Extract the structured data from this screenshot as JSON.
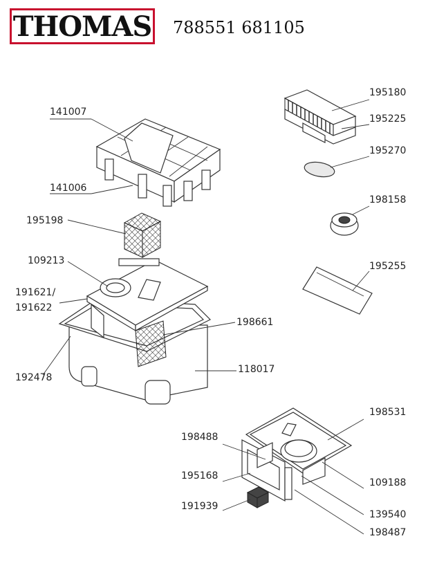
{
  "header": {
    "brand": "THOMAS",
    "model_numbers": "788551 681105"
  },
  "parts": [
    {
      "id": "p141007",
      "number": "141007"
    },
    {
      "id": "p141006",
      "number": "141006"
    },
    {
      "id": "p195198",
      "number": "195198"
    },
    {
      "id": "p109213",
      "number": "109213"
    },
    {
      "id": "p191621",
      "number": "191621/"
    },
    {
      "id": "p191622",
      "number": "191622"
    },
    {
      "id": "p192478",
      "number": "192478"
    },
    {
      "id": "p198661",
      "number": "198661"
    },
    {
      "id": "p118017",
      "number": "118017"
    },
    {
      "id": "p195180",
      "number": "195180"
    },
    {
      "id": "p195225",
      "number": "195225"
    },
    {
      "id": "p195270",
      "number": "195270"
    },
    {
      "id": "p198158",
      "number": "198158"
    },
    {
      "id": "p195255",
      "number": "195255"
    },
    {
      "id": "p198531",
      "number": "198531"
    },
    {
      "id": "p198488",
      "number": "198488"
    },
    {
      "id": "p195168",
      "number": "195168"
    },
    {
      "id": "p109188",
      "number": "109188"
    },
    {
      "id": "p191939",
      "number": "191939"
    },
    {
      "id": "p139540",
      "number": "139540"
    },
    {
      "id": "p198487",
      "number": "198487"
    }
  ]
}
